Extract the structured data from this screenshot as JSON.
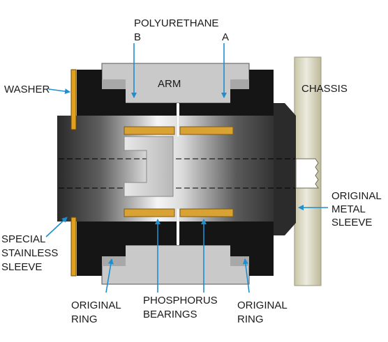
{
  "labels": {
    "polyurethane": "POLYURETHANE",
    "b": "B",
    "a": "A",
    "arm": "ARM",
    "chassis": "CHASSIS",
    "washer": "WASHER",
    "original_metal_sleeve": [
      "ORIGINAL",
      "METAL",
      "SLEEVE"
    ],
    "special_stainless_sleeve": [
      "SPECIAL",
      "STAINLESS",
      "SLEEVE"
    ],
    "original_ring_left": [
      "ORIGINAL",
      "RING"
    ],
    "phosphorus_bearings": [
      "PHOSPHORUS",
      "BEARINGS"
    ],
    "original_ring_right": [
      "ORIGINAL",
      "RING"
    ]
  },
  "colors": {
    "arrow": "#1b8fd0",
    "bushing": "#151515",
    "arm": "#c9c9c9",
    "chassis": "#e4e2c8",
    "bearing": "#d9a233",
    "washer": "#e2a01c"
  }
}
